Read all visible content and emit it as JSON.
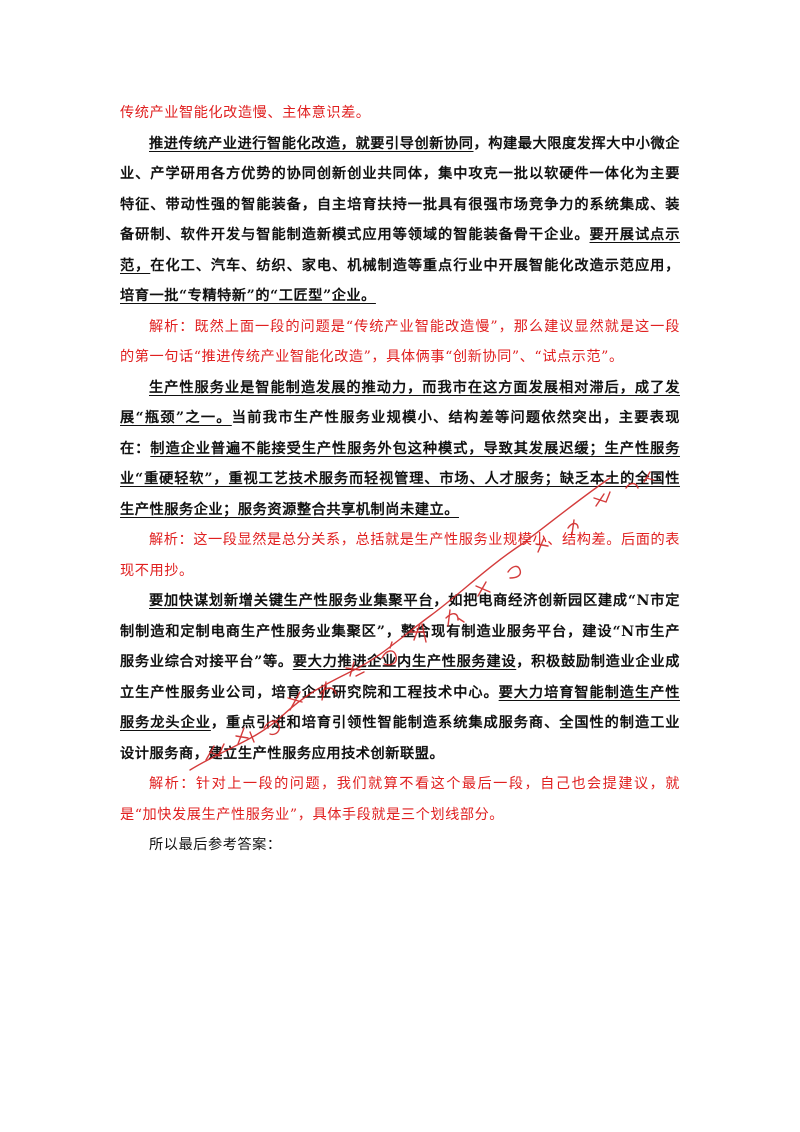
{
  "document": {
    "line_red_intro": "传统产业智能化改造慢、主体意识差。",
    "p1": {
      "u1": "推进传统产业进行智能化改造，就要引导创新协同",
      "t1": "，构建最大限度发挥大中小微企业、产学研用各方优势的协同创新创业共同体，集中攻克一批以软硬件一体化为主要特征、带动性强的智能装备，自主培育扶持一批具有很强市场竞争力的系统集成、装备研制、软件开发与智能制造新模式应用等领域的智能装备骨干企业。",
      "u2": "要开展试点示范，",
      "t2": "在化工、汽车、纺织、家电、机械制造等重点行业中开展智能化改造示范应用，",
      "u3": "培育一批“专精特新”的“工匠型”企业。"
    },
    "a1": "解析：既然上面一段的问题是“传统产业智能改造慢”，那么建议显然就是这一段的第一句话“推进传统产业智能化改造”，具体俩事“创新协同”、“试点示范”。",
    "p2": {
      "u1": "生产性服务业是智能制造发展的推动力，而我市在这方面发展相对滞后，成了发展“瓶颈”之一。",
      "t1": "当前我市生产性服务业规模小、结构差等问题依然突出，主要表现在：",
      "u2": "制造企业普遍不能接受生产性服务外包这种模式，导致其发展迟缓；生产性服务业“重硬轻软”，重视工艺技术服务而轻视管理、市场、人才服务；缺乏本土的全国性生产性服务企业；服务资源整合共享机制尚未建立。"
    },
    "a2": "解析：这一段显然是总分关系，总括就是生产性服务业规模小、结构差。后面的表现不用抄。",
    "p3": {
      "u1": "要加快谋划新增关键生产性服务业集聚平台",
      "t1": "，如把电商经济创新园区建成“N市定制制造和定制电商生产性服务业集聚区”，整合现有制造业服务平台，建设“N市生产服务业综合对接平台”等。",
      "u2": "要大力推进企业内生产性服务建设",
      "t2": "，积极鼓励制造业企业成立生产性服务业公司，培育企业研究院和工程技术中心。",
      "u3": "要大力培育智能制造生产性服务龙头企业",
      "t3": "，重点引进和培育引领性智能制造系统集成服务商、全国性的制造工业设计服务商，建立生产性服务应用技术创新联盟。"
    },
    "a3": "解析：针对上一段的问题，我们就算不看这个最后一段，自己也会提建议，就是“加快发展生产性服务业”，具体手段就是三个划线部分。",
    "closing": "所以最后参考答案："
  },
  "colors": {
    "annotation_red": "#e02020",
    "body_text": "#111111",
    "watermark": "#d02828"
  }
}
